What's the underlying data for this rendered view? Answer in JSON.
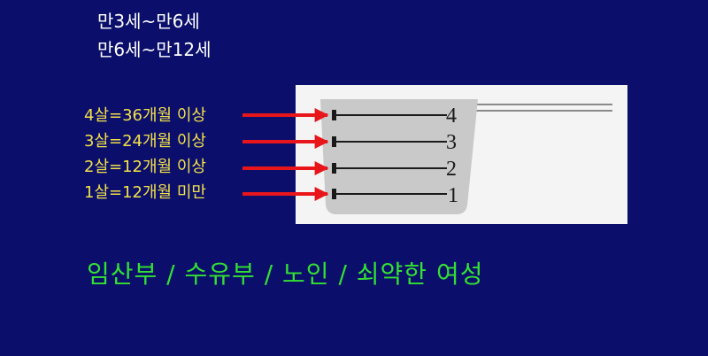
{
  "header": {
    "line1": "만3세~만6세",
    "line2": "만6세~만12세"
  },
  "age_labels": [
    "4살=36개월 이상",
    "3살=24개월 이상",
    "2살=12개월 이상",
    "1살=12개월 미만"
  ],
  "scale": {
    "marks": [
      "4",
      "3",
      "2",
      "1"
    ]
  },
  "footer": {
    "groups_text": "임산부 / 수유부 / 노인 / 쇠약한 여성"
  },
  "colors": {
    "background": "#0b0f6b",
    "header_text": "#ffffff",
    "age_label_text": "#f2e04a",
    "arrow": "#e8161b",
    "footer_text": "#33e033",
    "panel": "#f4f4f4",
    "cup": "#c9c9c9"
  }
}
